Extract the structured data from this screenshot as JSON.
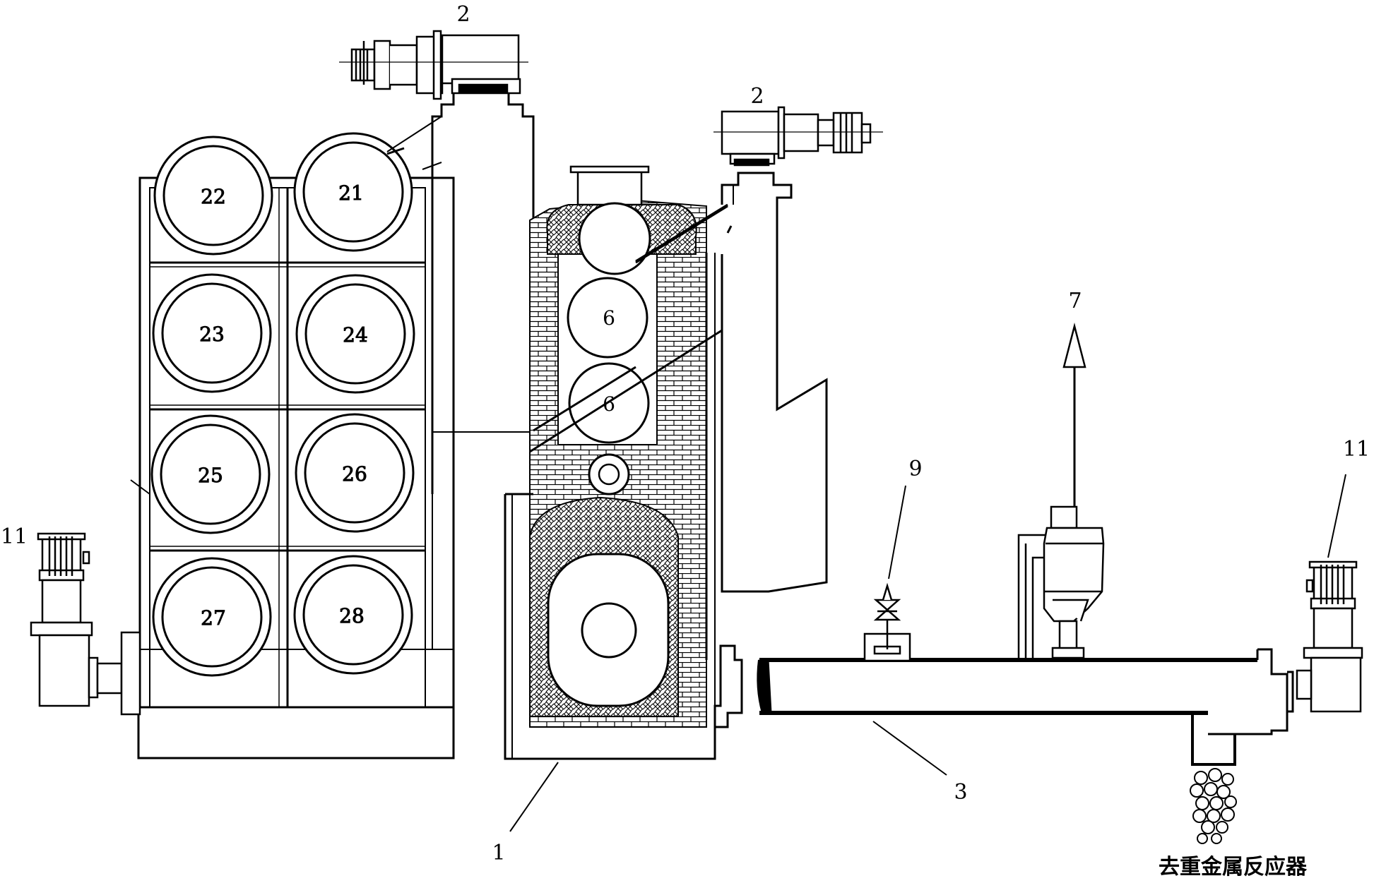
{
  "labels": {
    "furnace": "1",
    "motor_left_top": "2",
    "motor_right_top": "2",
    "screw_conveyor": "3",
    "roll_upper": "6",
    "roll_lower": "6",
    "exhaust": "7",
    "valve": "9",
    "motor_left_bottom": "11",
    "motor_right_bottom": "11"
  },
  "rolls": {
    "r21": "21",
    "r22": "22",
    "r23": "23",
    "r24": "24",
    "r25": "25",
    "r26": "26",
    "r27": "27",
    "r28": "28"
  },
  "caption": "去重金属反应器",
  "colors": {
    "line": "#000000",
    "background": "#ffffff"
  }
}
